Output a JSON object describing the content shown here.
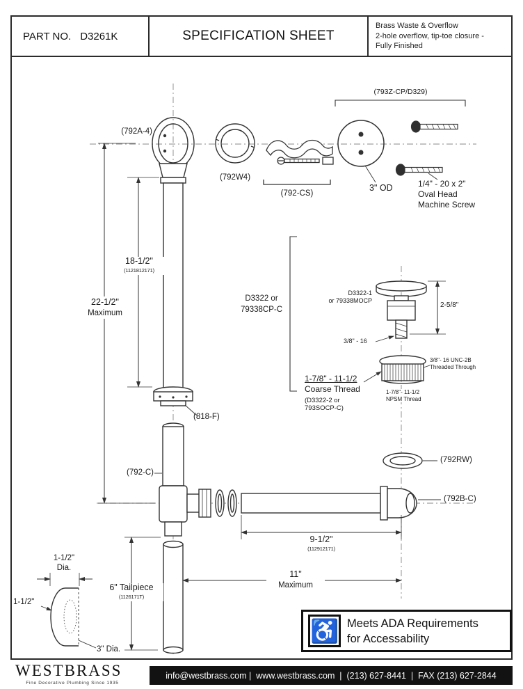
{
  "header": {
    "part_label": "PART NO.",
    "part_number": "D3261K",
    "title": "SPECIFICATION SHEET",
    "description": [
      "Brass Waste & Overflow",
      "2-hole overflow, tip-toe closure -",
      "Fully Finished"
    ]
  },
  "diagram": {
    "labels": {
      "overflow_head": "(792A-4)",
      "washer": "(792W4)",
      "linkage": "(792-CS)",
      "faceplate_kit": "(793Z-CP/D329)",
      "faceplate_od": "3\" OD",
      "screw_size": "1/4\" - 20 x 2\"",
      "screw_line2": "Oval Head",
      "screw_line3": "Machine Screw",
      "dim_overflow": "18-1/2\"",
      "dim_overflow_code": "(1121812171)",
      "dim_max_vert": "22-1/2\"",
      "dim_max_vert2": "Maximum",
      "drain_kit1": "D3322 or",
      "drain_kit2": "79338CP-C",
      "stopper1": "D3322-1",
      "stopper2": "or 79338MOCP",
      "dim_stopper": "2-5/8\"",
      "stem_thread": "3/8\" - 16",
      "unc1": "3/8\"- 16 UNC-2B",
      "unc2": "Threaded Through",
      "coarse1": "1-7/8\" - 11-1/2",
      "coarse2": "Coarse Thread",
      "coarse3": "(D3322-2 or",
      "coarse4": "793SOCP-C)",
      "npsm1": "1-7/8\"- 11-1/2",
      "npsm2": "NPSM Thread",
      "slip_nut": "(818-F)",
      "waste_pipe": "(792-C)",
      "seal_ring": "(792RW)",
      "waste_elbow": "(792B-C)",
      "dim_horiz": "9-1/2\"",
      "dim_horiz_code": "(112912171)",
      "head_dia1": "1-1/2\"",
      "head_dia2": "Dia.",
      "head_side": "1-1/2\"",
      "head_depth": "3\" Dia.",
      "tailpiece1": "6\" Tailpiece",
      "tailpiece2": "(1126171T)",
      "dim_max_h1": "11\"",
      "dim_max_h2": "Maximum"
    }
  },
  "ada": {
    "wheelchair_glyph": "♿",
    "line1": "Meets ADA Requirements",
    "line2": "for Accessability"
  },
  "footer": {
    "brand": "WESTBRASS",
    "tagline": "Fine Decorative Plumbing Since 1935",
    "contact": "info@westbrass.com |  www.westbrass.com  |  (213) 627-8441  |  FAX (213) 627-2844"
  }
}
